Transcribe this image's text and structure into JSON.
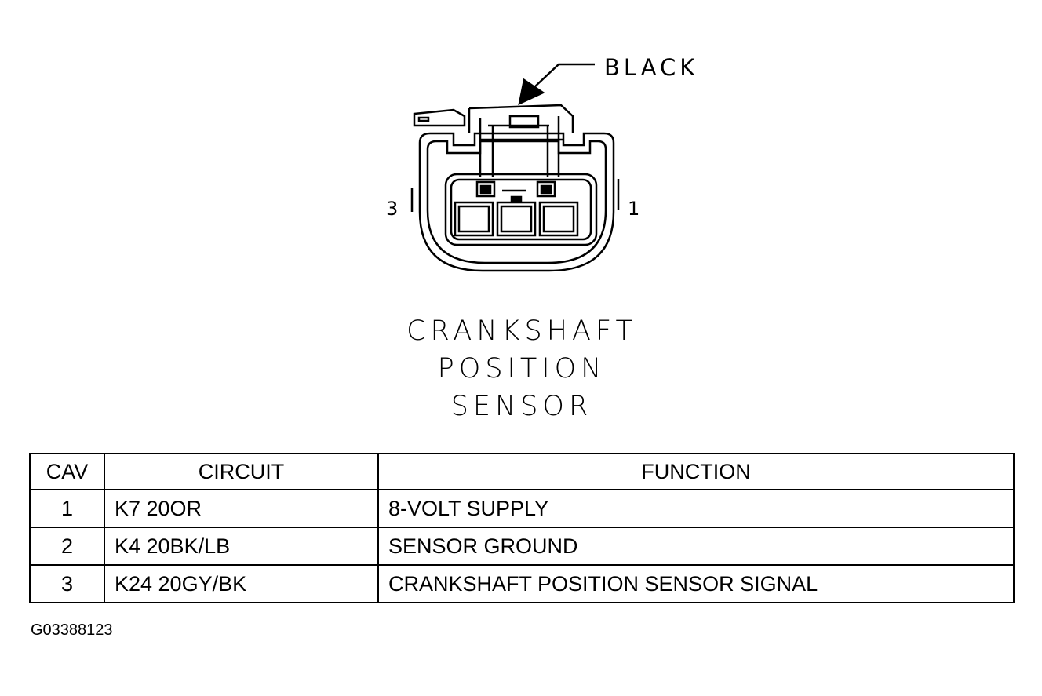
{
  "connector": {
    "color_label": "BLACK",
    "pin_left_label": "3",
    "pin_right_label": "1"
  },
  "title_lines": [
    "CRANKSHAFT",
    "POSITION",
    "SENSOR"
  ],
  "table": {
    "headers": {
      "cav": "CAV",
      "circuit": "CIRCUIT",
      "function": "FUNCTION"
    },
    "rows": [
      {
        "cav": "1",
        "circuit": "K7 20OR",
        "function": "8-VOLT SUPPLY"
      },
      {
        "cav": "2",
        "circuit": "K4 20BK/LB",
        "function": "SENSOR GROUND"
      },
      {
        "cav": "3",
        "circuit": "K24 20GY/BK",
        "function": "CRANKSHAFT POSITION SENSOR SIGNAL"
      }
    ]
  },
  "figure_id": "G03388123"
}
